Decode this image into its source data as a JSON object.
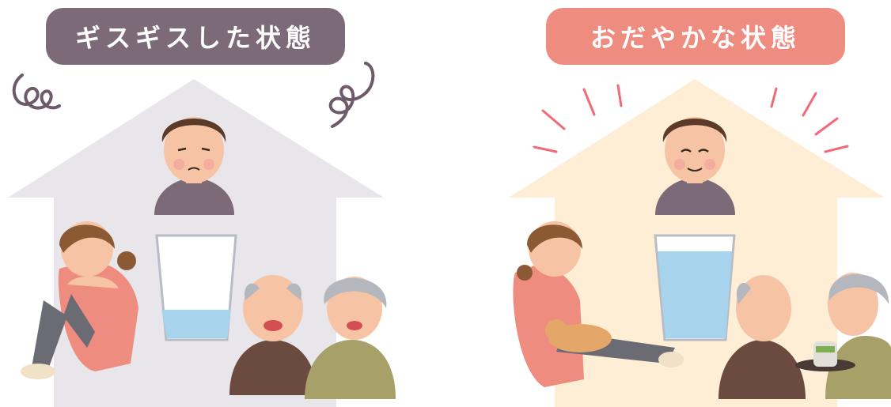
{
  "panels": [
    {
      "title": "ギスギスした状態",
      "house_color": "#e8e6ea",
      "title_color": "#7d6a79",
      "water_level": 0.2
    },
    {
      "title": "おだやかな状態",
      "house_color": "#fdeed5",
      "title_color": "#ef8c80",
      "water_level": 0.8
    }
  ]
}
